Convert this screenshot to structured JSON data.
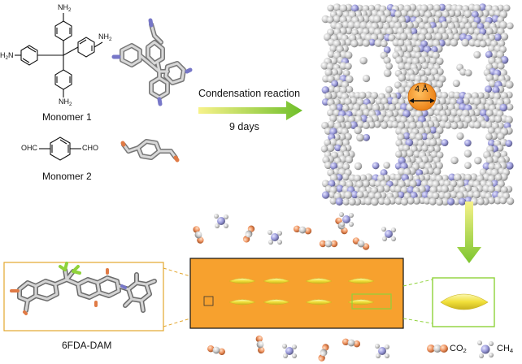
{
  "labels": {
    "monomer1": "Monomer 1",
    "monomer2": "Monomer 2",
    "reaction": "Condensation reaction",
    "duration": "9 days",
    "pore_size": "4 Å",
    "polymer": "6FDA-DAM"
  },
  "chem_text": {
    "nh2_top": "NH",
    "nh2_left_prefix": "H",
    "nh2_left_suffix": "N",
    "nh2_right": "NH",
    "nh2_bottom": "NH",
    "subscript2": "2",
    "cho_left": "OHC",
    "cho_right": "CHO"
  },
  "legend": {
    "co2_label": "CO",
    "co2_sub": "2",
    "ch4_label": "CH",
    "ch4_sub": "4"
  },
  "colors": {
    "arrow_gradient_start": "#f4f06a",
    "arrow_gradient_end": "#6fbf2a",
    "membrane_orange": "#f7a12e",
    "frame_yellow": "#e3a62d",
    "filler_yellow": "#f2e23a",
    "highlight_green": "#8fd23a",
    "sphere_gray": "#c9c9c9",
    "sphere_blue": "#9a9ad8",
    "sphere_orange": "#e8874f",
    "pore_orange": "#f5921e"
  }
}
